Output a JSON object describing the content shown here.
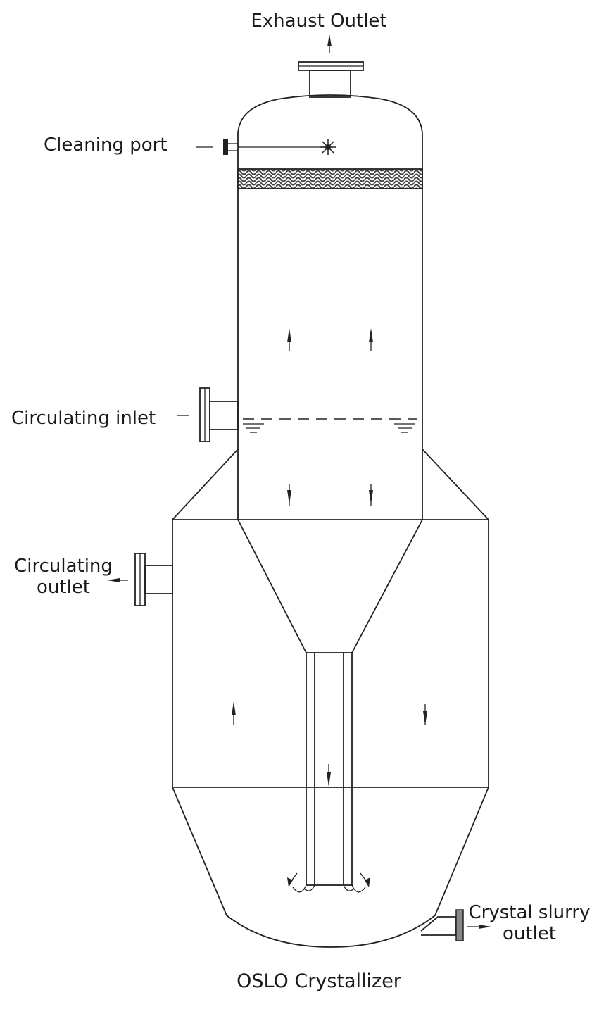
{
  "labels": {
    "exhaust_outlet": "Exhaust Outlet",
    "cleaning_port": "Cleaning port",
    "circulating_inlet": "Circulating inlet",
    "circulating_outlet_line1": "Circulating",
    "circulating_outlet_line2": "outlet",
    "crystal_slurry_line1": "Crystal slurry",
    "crystal_slurry_line2": "outlet"
  },
  "caption": "OSLO Crystallizer",
  "colors": {
    "line": "#222222",
    "flange_fill": "#dcdcdc",
    "mesh_fill": "#555555",
    "background": "#ffffff"
  }
}
